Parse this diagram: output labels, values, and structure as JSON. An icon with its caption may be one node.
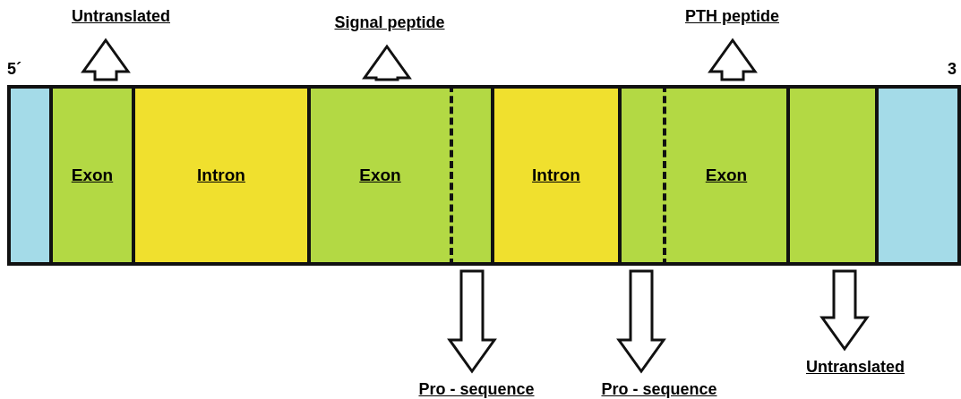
{
  "diagram": {
    "nodes": [
      {
        "text": [
          "Untranslated"
        ]
      },
      {
        "text": [
          "Signal peptide"
        ]
      },
      {
        "text": [
          "PTH peptide"
        ]
      },
      {
        "text": [],
        "shape": "box",
        "beside": [
          "5´"
        ]
      },
      {
        "text": [
          "Exon"
        ]
      },
      {
        "text": [
          "Intron"
        ]
      },
      {
        "text": [
          "Exon"
        ]
      },
      {
        "text": [],
        "shape": "box"
      },
      {
        "text": [
          "Intron"
        ]
      },
      {
        "text": [],
        "shape": "box"
      },
      {
        "text": [
          "Exon"
        ]
      },
      {
        "text": [],
        "shape": "box"
      },
      {
        "text": [],
        "shape": "box",
        "beside": [
          "3"
        ]
      },
      {
        "text": [
          "Pro - sequence"
        ]
      },
      {
        "text": [
          "Pro - sequence"
        ]
      },
      {
        "text": [
          "Untranslated"
        ]
      }
    ],
    "edges": [
      {
        "from": 4,
        "to": 0,
        "arrow": "to"
      },
      {
        "from": 6,
        "to": 1,
        "arrow": "to"
      },
      {
        "from": 10,
        "to": 2,
        "arrow": "to"
      },
      {
        "from": 7,
        "to": 13,
        "arrow": "to"
      },
      {
        "from": 9,
        "to": 14,
        "arrow": "to"
      },
      {
        "from": 11,
        "to": 15,
        "arrow": "to"
      }
    ]
  }
}
